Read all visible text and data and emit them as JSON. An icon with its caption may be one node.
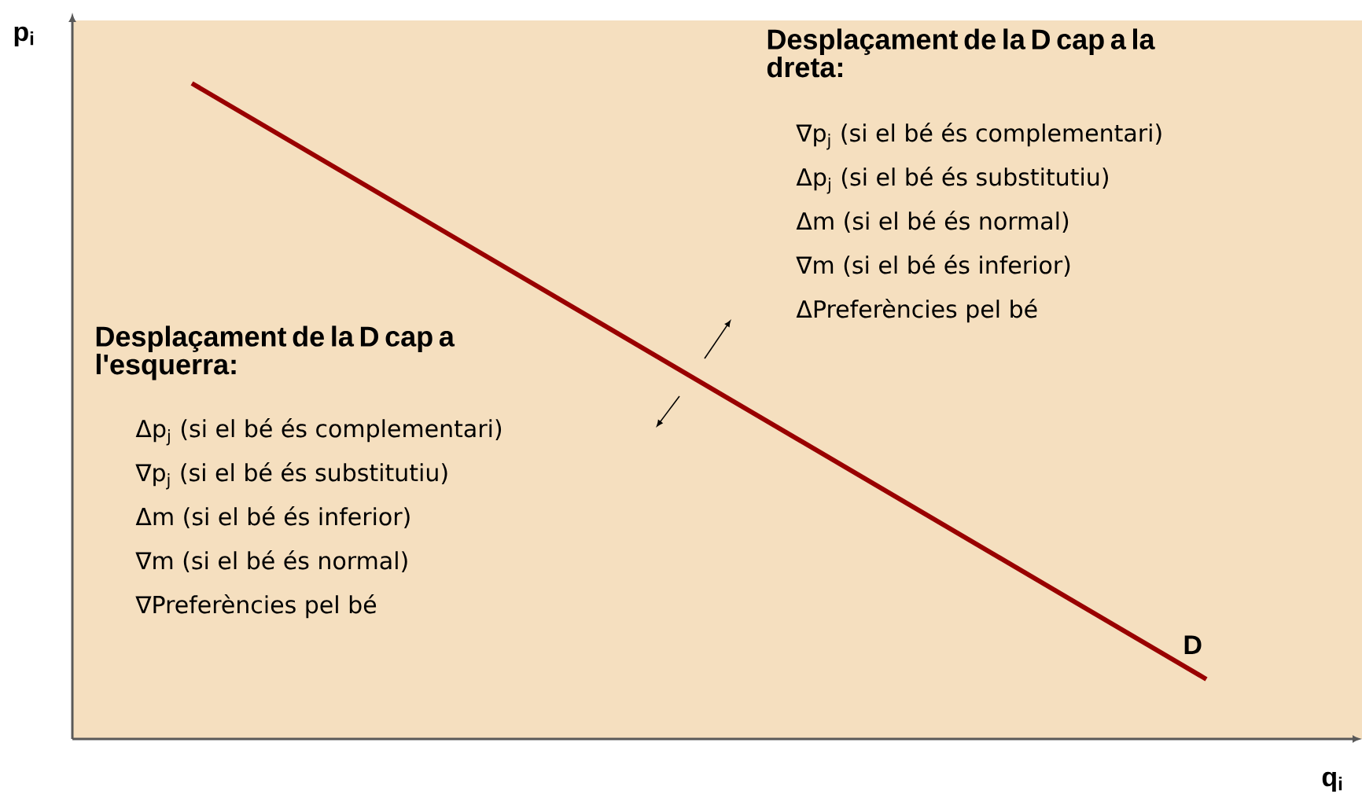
{
  "diagram": {
    "labels": [
      "p$_{i}$",
      "Desplaçament de la D cap a la dreta:",
      "∇p$_{j}$ (si el bé és complementari)",
      "Δp$_{j}$ (si el bé és substitutiu)",
      "Δm (si el bé és normal)",
      "∇m (si el bé és inferior)",
      "ΔPreferències pel bé",
      "Desplaçament de la D cap a l'esquerra:",
      "Δp$_{j}$ (si el bé és complementari)",
      "∇p$_{j}$ (si el bé és substitutiu)",
      "Δm (si el bé és inferior)",
      "∇m (si el bé és normal)",
      "∇Preferències pel bé",
      "D",
      "q$_{i}$"
    ]
  }
}
